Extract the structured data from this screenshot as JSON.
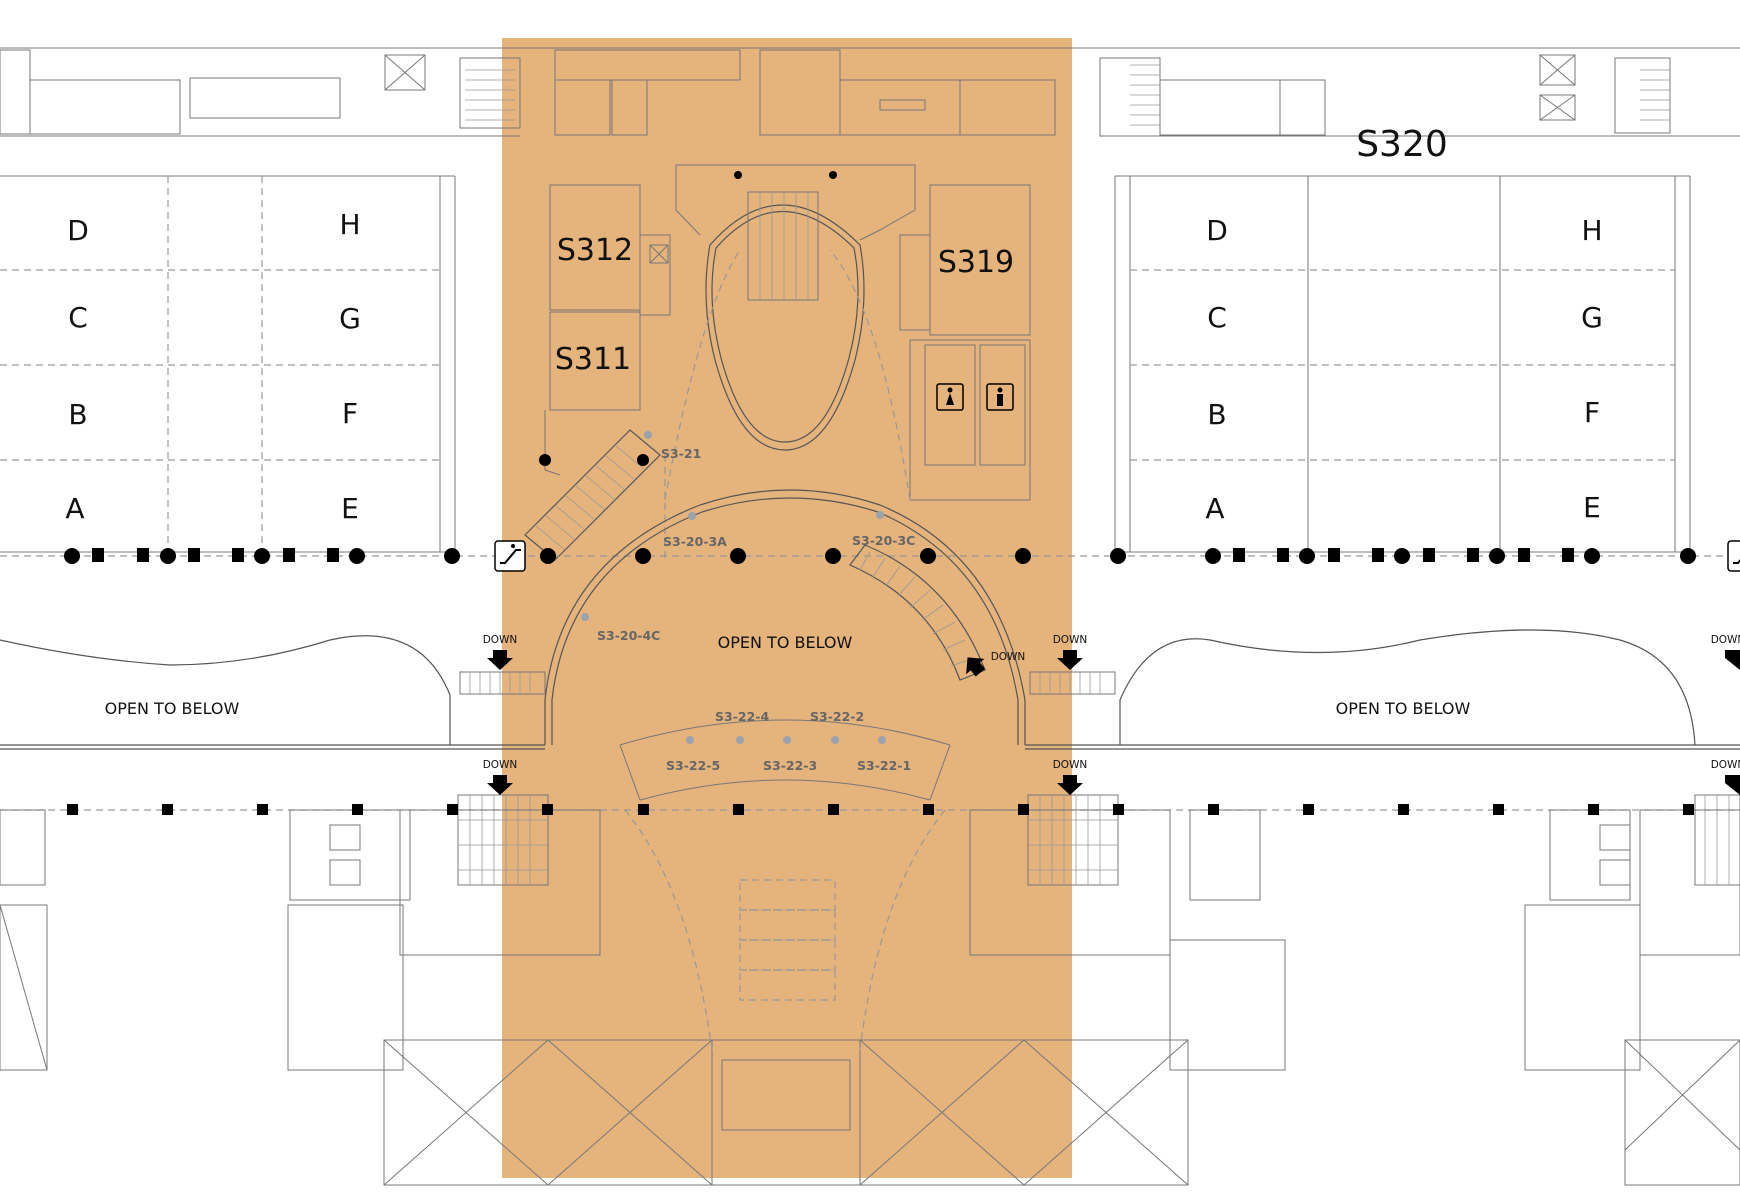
{
  "highlight": {
    "color": "#e5b37c",
    "label": "highlighted zone"
  },
  "rooms": {
    "s312": "S312",
    "s311": "S311",
    "s319": "S319",
    "s320": "S320"
  },
  "bays_left": {
    "a": "A",
    "b": "B",
    "c": "C",
    "d": "D",
    "e": "E",
    "f": "F",
    "g": "G",
    "h": "H"
  },
  "bays_right": {
    "a": "A",
    "b": "B",
    "c": "C",
    "d": "D",
    "e": "E",
    "f": "F",
    "g": "G",
    "h": "H"
  },
  "open_to_below": {
    "center": "OPEN TO BELOW",
    "left": "OPEN TO BELOW",
    "right": "OPEN TO BELOW"
  },
  "down_labels": {
    "upper_left": "DOWN",
    "upper_right": "DOWN",
    "lower_left": "DOWN",
    "lower_right": "DOWN",
    "escalator": "DOWN",
    "edge_upper": "DOWN",
    "edge_lower": "DOWN"
  },
  "cameras": {
    "s3_21": "S3-21",
    "s3_20_3a": "S3-20-3A",
    "s3_20_3c": "S3-20-3C",
    "s3_20_4c": "S3-20-4C",
    "s3_22_4": "S3-22-4",
    "s3_22_2": "S3-22-2",
    "s3_22_5": "S3-22-5",
    "s3_22_3": "S3-22-3",
    "s3_22_1": "S3-22-1"
  },
  "icons": {
    "women": "womens-restroom-icon",
    "men": "mens-restroom-icon",
    "escalator": "escalator-icon"
  }
}
